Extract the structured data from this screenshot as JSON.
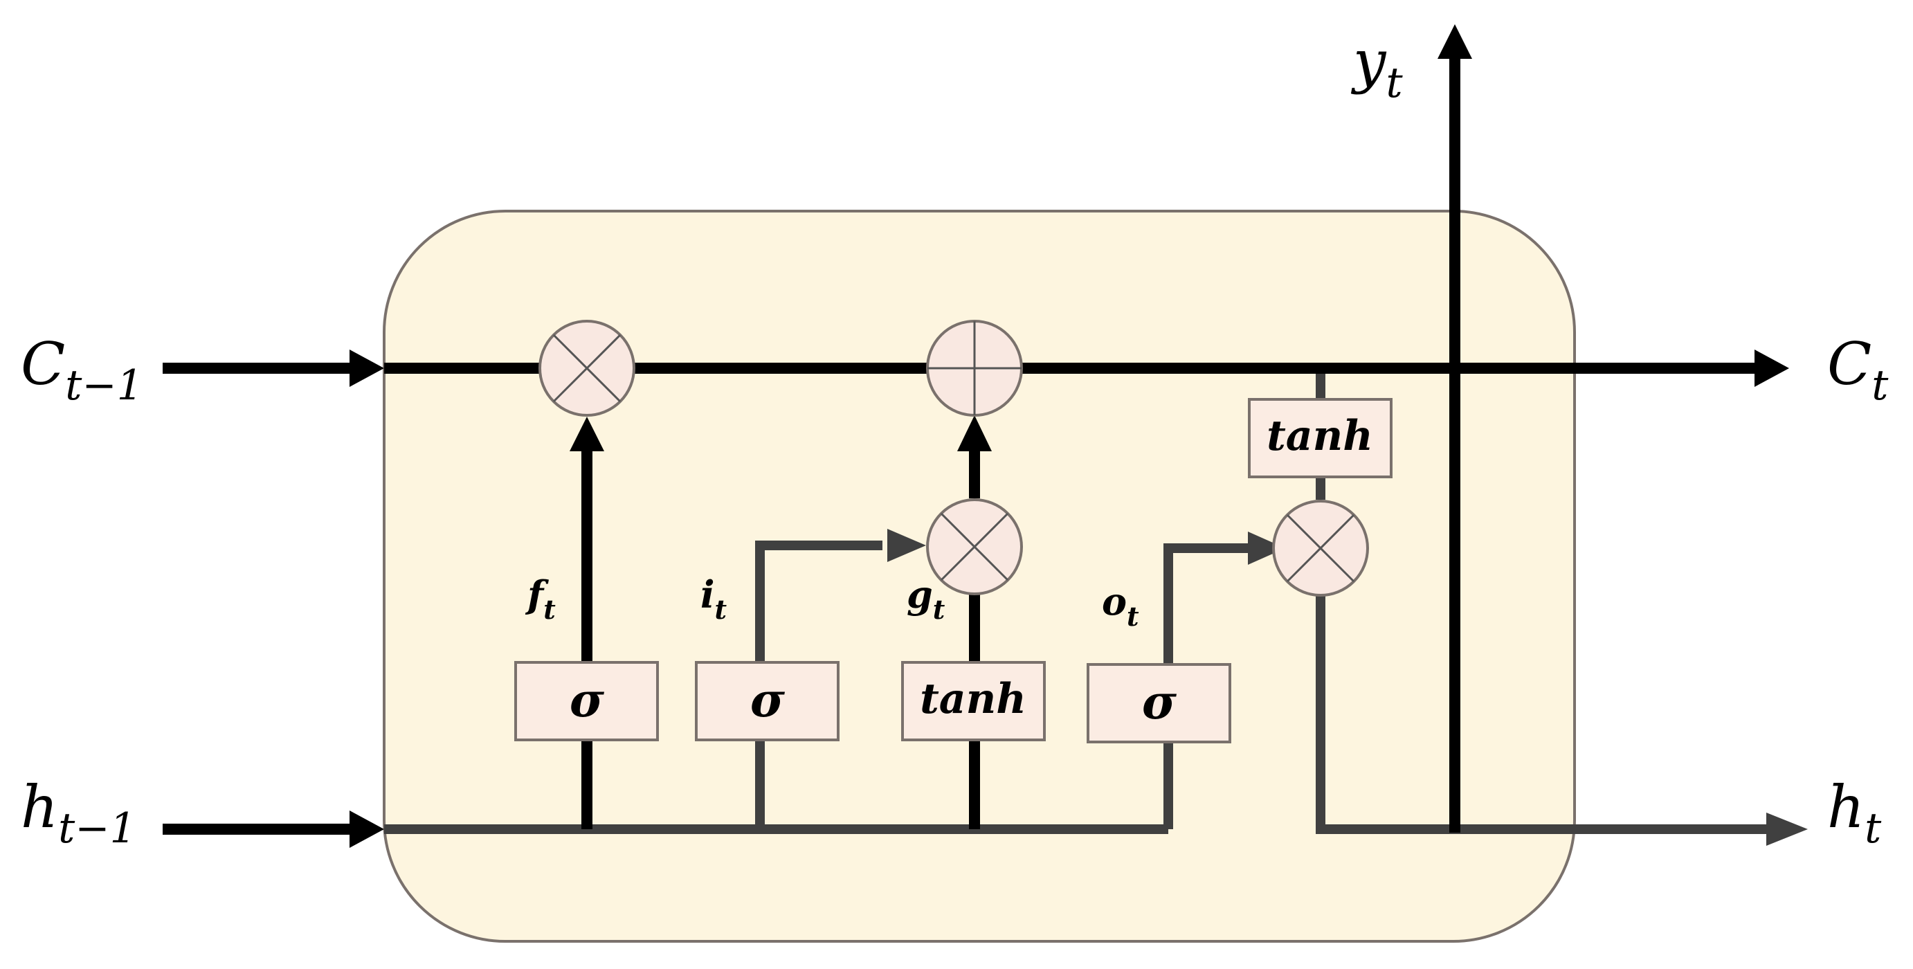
{
  "inputs": {
    "c_prev": {
      "base": "C",
      "sub": "t−1"
    },
    "h_prev": {
      "base": "h",
      "sub": "t−1"
    }
  },
  "outputs": {
    "c_next": {
      "base": "C",
      "sub": "t"
    },
    "h_next": {
      "base": "h",
      "sub": "t"
    },
    "y": {
      "base": "y",
      "sub": "t"
    }
  },
  "gates": {
    "forget": {
      "base": "f",
      "sub": "t",
      "activation": "σ"
    },
    "input": {
      "base": "i",
      "sub": "t",
      "activation": "σ"
    },
    "candidate": {
      "base": "g",
      "sub": "t",
      "activation": "tanh"
    },
    "output": {
      "base": "o",
      "sub": "t",
      "activation": "σ"
    }
  },
  "cell_tanh": "tanh",
  "colors": {
    "cell_fill": "#fdf5df",
    "cell_stroke": "#7a716c",
    "node_fill": "#f9e8e1",
    "node_stroke": "#7a716c",
    "black_line": "#000000",
    "gray_line": "#404040"
  }
}
